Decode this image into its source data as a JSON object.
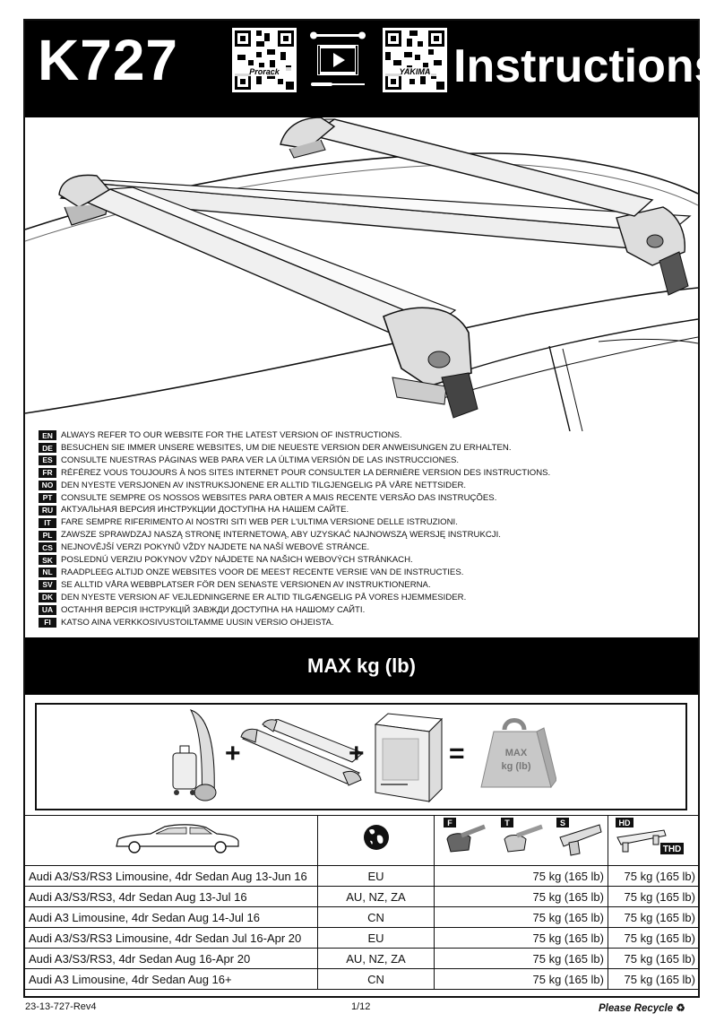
{
  "header": {
    "product_code": "K727",
    "title": "Instructions",
    "qr_left_label": "Prorack",
    "qr_right_label": "YAKIMA",
    "video_icon": "video-instructions-icon"
  },
  "languages": [
    {
      "code": "EN",
      "text": "ALWAYS REFER TO OUR WEBSITE FOR THE LATEST VERSION OF INSTRUCTIONS."
    },
    {
      "code": "DE",
      "text": "BESUCHEN SIE IMMER UNSERE WEBSITES, UM DIE NEUESTE VERSION DER ANWEISUNGEN ZU ERHALTEN."
    },
    {
      "code": "ES",
      "text": "CONSULTE NUESTRAS PÁGINAS WEB PARA VER LA ÚLTIMA VERSIÓN DE LAS INSTRUCCIONES."
    },
    {
      "code": "FR",
      "text": "RÉFÉREZ VOUS TOUJOURS À NOS SITES INTERNET POUR CONSULTER LA DERNIÈRE VERSION DES INSTRUCTIONS."
    },
    {
      "code": "NO",
      "text": "DEN NYESTE VERSJONEN AV INSTRUKSJONENE ER ALLTID TILGJENGELIG PÅ VÅRE NETTSIDER."
    },
    {
      "code": "PT",
      "text": "CONSULTE SEMPRE OS NOSSOS WEBSITES PARA OBTER A MAIS RECENTE VERSÃO DAS INSTRUÇÕES."
    },
    {
      "code": "RU",
      "text": "АКТУАЛЬНАЯ ВЕРСИЯ ИНСТРУКЦИИ ДОСТУПНА НА НАШЕМ САЙТЕ."
    },
    {
      "code": "IT",
      "text": "FARE SEMPRE RIFERIMENTO AI NOSTRI SITI WEB PER L'ULTIMA VERSIONE DELLE ISTRUZIONI."
    },
    {
      "code": "PL",
      "text": "ZAWSZE SPRAWDZAJ NASZĄ STRONĘ INTERNETOWĄ, ABY UZYSKAĆ NAJNOWSZĄ WERSJĘ INSTRUKCJI."
    },
    {
      "code": "CS",
      "text": "NEJNOVĚJŠÍ VERZI POKYNŮ VŽDY NAJDETE NA NAŠÍ WEBOVÉ STRÁNCE."
    },
    {
      "code": "SK",
      "text": "POSLEDNÚ VERZIU POKYNOV VŽDY NÁJDETE NA NAŠICH WEBOVÝCH STRÁNKACH."
    },
    {
      "code": "NL",
      "text": "RAADPLEEG ALTIJD ONZE WEBSITES VOOR DE MEEST RECENTE VERSIE VAN DE INSTRUCTIES."
    },
    {
      "code": "SV",
      "text": "SE ALLTID VÅRA WEBBPLATSER FÖR DEN SENASTE VERSIONEN AV INSTRUKTIONERNA."
    },
    {
      "code": "DK",
      "text": "DEN NYESTE VERSION AF VEJLEDNINGERNE ER ALTID TILGÆNGELIG PÅ VORES HJEMMESIDER."
    },
    {
      "code": "UA",
      "text": "ОСТАННЯ ВЕРСІЯ ІНСТРУКЦІЙ ЗАВЖДИ ДОСТУПНА НА НАШОМУ САЙТІ."
    },
    {
      "code": "FI",
      "text": "KATSO AINA VERKKOSIVUSTOILTAMME UUSIN VERSIO OHJEISTA."
    }
  ],
  "max_bar": "MAX kg (lb)",
  "load_figure": {
    "plus": "+",
    "equals": "=",
    "weight_line1": "MAX",
    "weight_line2": "kg (lb)"
  },
  "table_header": {
    "foot_labels_left": [
      "F",
      "T",
      "S"
    ],
    "foot_labels_right": [
      "HD",
      "THD"
    ]
  },
  "table_rows": [
    {
      "vehicle": "Audi A3/S3/RS3 Limousine, 4dr Sedan Aug 13-Jun 16",
      "region": "EU",
      "load_a": "75 kg (165 lb)",
      "load_b": "75 kg (165 lb)"
    },
    {
      "vehicle": "Audi A3/S3/RS3, 4dr Sedan Aug 13-Jul 16",
      "region": "AU, NZ, ZA",
      "load_a": "75 kg (165 lb)",
      "load_b": "75 kg (165 lb)"
    },
    {
      "vehicle": "Audi A3 Limousine, 4dr Sedan Aug 14-Jul 16",
      "region": "CN",
      "load_a": "75 kg (165 lb)",
      "load_b": "75 kg (165 lb)"
    },
    {
      "vehicle": "Audi A3/S3/RS3 Limousine, 4dr Sedan Jul 16-Apr 20",
      "region": "EU",
      "load_a": "75 kg (165 lb)",
      "load_b": "75 kg (165 lb)"
    },
    {
      "vehicle": "Audi A3/S3/RS3, 4dr Sedan Aug 16-Apr 20",
      "region": "AU, NZ, ZA",
      "load_a": "75 kg (165 lb)",
      "load_b": "75 kg (165 lb)"
    },
    {
      "vehicle": "Audi A3 Limousine, 4dr Sedan Aug 16+",
      "region": "CN",
      "load_a": "75 kg (165 lb)",
      "load_b": "75 kg (165 lb)"
    }
  ],
  "footer": {
    "doc_number": "23-13-727-Rev4",
    "page": "1/12",
    "recycle": "Please Recycle"
  }
}
